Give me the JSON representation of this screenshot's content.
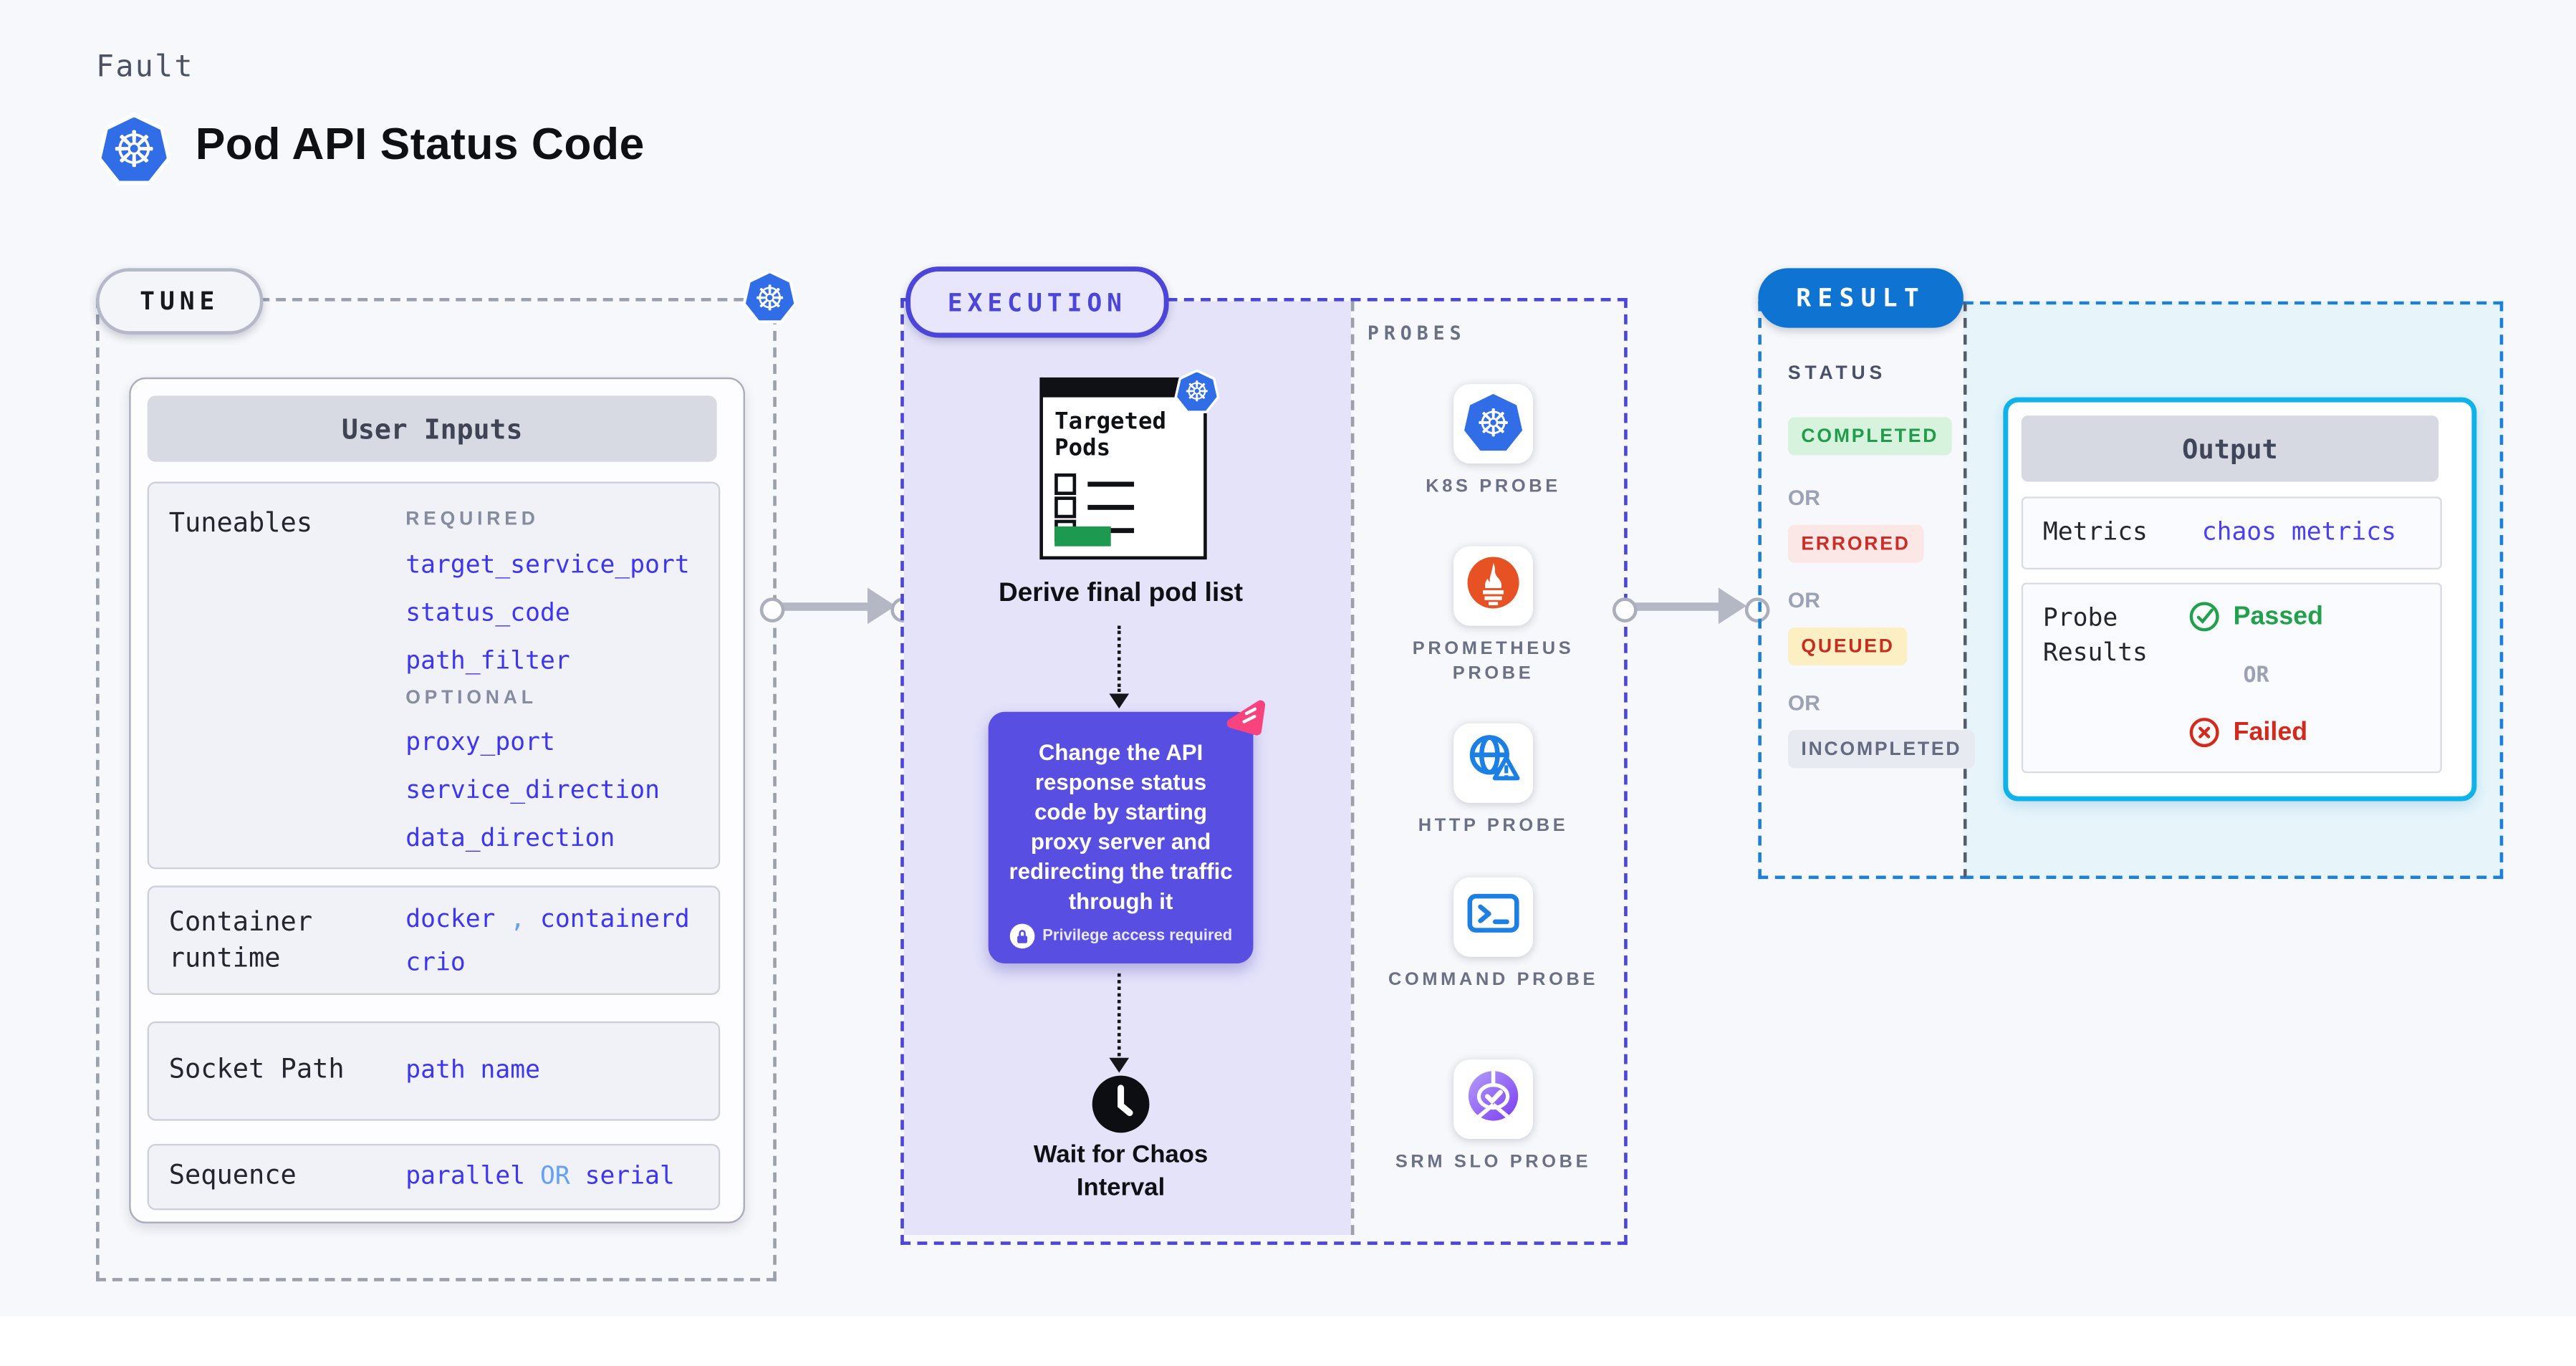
{
  "header": {
    "kicker": "Fault",
    "title": "Pod API Status Code"
  },
  "tune": {
    "pill": "TUNE",
    "card": {
      "header": "User Inputs",
      "tuneables": {
        "label": "Tuneables",
        "required_label": "REQUIRED",
        "required": [
          "target_service_port",
          "status_code",
          "path_filter"
        ],
        "optional_label": "OPTIONAL",
        "optional": [
          "proxy_port",
          "service_direction",
          "data_direction"
        ]
      },
      "container_runtime": {
        "label": "Container runtime",
        "v1": "docker",
        "sep": ",",
        "v2": "containerd",
        "v3": "crio"
      },
      "socket_path": {
        "label": "Socket Path",
        "value": "path name"
      },
      "sequence": {
        "label": "Sequence",
        "v1": "parallel",
        "op": "OR",
        "v2": "serial"
      }
    }
  },
  "execution": {
    "pill": "EXECUTION",
    "targeted_pods_label": "Targeted Pods",
    "derive_label": "Derive final pod list",
    "callout": {
      "text": "Change the API response status code by starting proxy server and redirecting the traffic through it",
      "privilege": "Privilege access required"
    },
    "wait_label": "Wait for Chaos Interval",
    "probes": {
      "header": "PROBES",
      "items": [
        {
          "icon": "kubernetes-icon",
          "label": "K8S PROBE"
        },
        {
          "icon": "prometheus-icon",
          "label": "PROMETHEUS PROBE"
        },
        {
          "icon": "http-globe-icon",
          "label": "HTTP PROBE"
        },
        {
          "icon": "terminal-icon",
          "label": "COMMAND PROBE"
        },
        {
          "icon": "slo-pie-icon",
          "label": "SRM SLO PROBE"
        }
      ]
    }
  },
  "result": {
    "pill": "RESULT",
    "status": {
      "header": "STATUS",
      "separator": "OR",
      "badges": [
        "COMPLETED",
        "ERRORED",
        "QUEUED",
        "INCOMPLETED"
      ]
    },
    "output": {
      "header": "Output",
      "metrics_label": "Metrics",
      "metrics_value": "chaos metrics",
      "probe_results_label": "Probe Results",
      "passed": "Passed",
      "separator": "OR",
      "failed": "Failed"
    }
  },
  "colors": {
    "accent_indigo": "#4b45da",
    "value_blue": "#3c35f2",
    "value_light_blue": "#62a1f7",
    "result_blue": "#0f74d1",
    "output_border_cyan": "#0fb2e9",
    "callout_purple": "#584ee2",
    "passed_green": "#21a14b",
    "failed_red": "#d42a1c",
    "kubernetes_blue": "#316de6",
    "prometheus_orange": "#e75225"
  }
}
